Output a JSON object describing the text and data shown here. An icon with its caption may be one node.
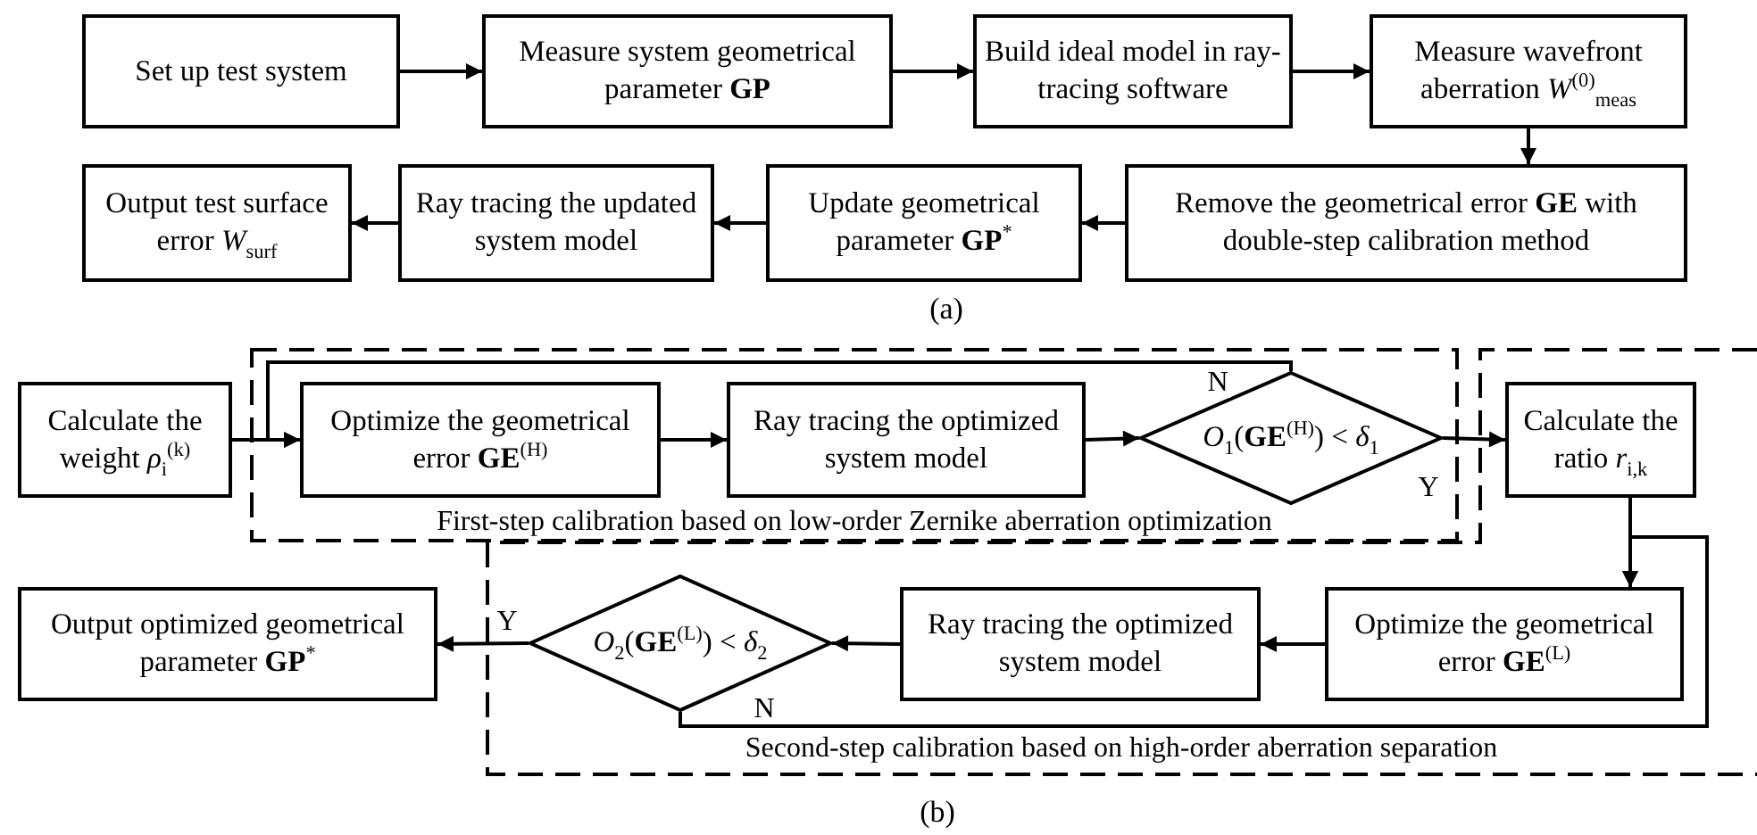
{
  "diagram": {
    "nodes": [
      {
        "text": [
          "Set up test system"
        ]
      },
      {
        "text": [
          "Measure system geometrical parameter **GP**"
        ]
      },
      {
        "text": [
          "Build ideal model in ray-tracing software"
        ]
      },
      {
        "text": [
          "Measure wavefront aberration *W*$^{(0)}$$_{meas}$"
        ]
      },
      {
        "text": [
          "Remove the geometrical error **GE** with double-step calibration method"
        ]
      },
      {
        "text": [
          "Update geometrical parameter **GP**$^{*}$"
        ]
      },
      {
        "text": [
          "Ray tracing the updated system model"
        ]
      },
      {
        "text": [
          "Output test surface error *W*$_{surf}$"
        ]
      },
      {
        "text": [
          "Calculate the weight *ρ*$_{i}$$^{(k)}$"
        ]
      },
      {
        "text": [
          "First-step calibration based on low-order Zernike aberration optimization"
        ]
      },
      {
        "text": [
          "Optimize the geometrical error **GE**$^{(H)}$"
        ],
        "in": 9
      },
      {
        "text": [
          "Ray tracing the optimized system model"
        ],
        "in": 9
      },
      {
        "text": [
          "*O*$_{1}$(**GE**$^{(H)}$) < *δ*$_{1}$"
        ],
        "in": 9
      },
      {
        "text": [
          "Second-step calibration based on high-order aberration separation"
        ]
      },
      {
        "text": [
          "Calculate the ratio *r*$_{i,k}$"
        ],
        "in": 13
      },
      {
        "text": [
          "Output optimized geometrical parameter **GP**$^{*}$"
        ]
      },
      {
        "text": [
          "*O*$_{2}$(**GE**$^{(L)}$) < *δ*$_{2}$"
        ],
        "in": 13
      },
      {
        "text": [
          "Ray tracing the optimized system model"
        ],
        "in": 13
      },
      {
        "text": [
          "Optimize the geometrical error **GE**$^{(L)}$"
        ],
        "in": 13
      }
    ],
    "edges": [
      {
        "from": 0,
        "to": 1,
        "arrow": "to"
      },
      {
        "from": 1,
        "to": 2,
        "arrow": "to"
      },
      {
        "from": 2,
        "to": 3,
        "arrow": "to"
      },
      {
        "from": 3,
        "to": 4,
        "arrow": "to"
      },
      {
        "from": 4,
        "to": 5,
        "arrow": "to"
      },
      {
        "from": 5,
        "to": 6,
        "arrow": "to"
      },
      {
        "from": 6,
        "to": 7,
        "arrow": "to"
      },
      {
        "from": 8,
        "to": 10,
        "arrow": "to"
      },
      {
        "from": 10,
        "to": 11,
        "arrow": "to"
      },
      {
        "from": 11,
        "to": 12,
        "arrow": "to"
      },
      {
        "from": 12,
        "to": 10,
        "arrow": "to",
        "label": "N"
      },
      {
        "from": 12,
        "to": 14,
        "arrow": "to",
        "label": "Y"
      },
      {
        "from": 14,
        "to": 18,
        "arrow": "to"
      },
      {
        "from": 16,
        "to": 18,
        "arrow": "to",
        "label": "N"
      },
      {
        "from": 18,
        "to": 17,
        "arrow": "to"
      },
      {
        "from": 17,
        "to": 16,
        "arrow": "to"
      },
      {
        "from": 16,
        "to": 15,
        "arrow": "to",
        "label": "Y"
      }
    ],
    "labels": [
      "(a)",
      "(b)"
    ]
  }
}
